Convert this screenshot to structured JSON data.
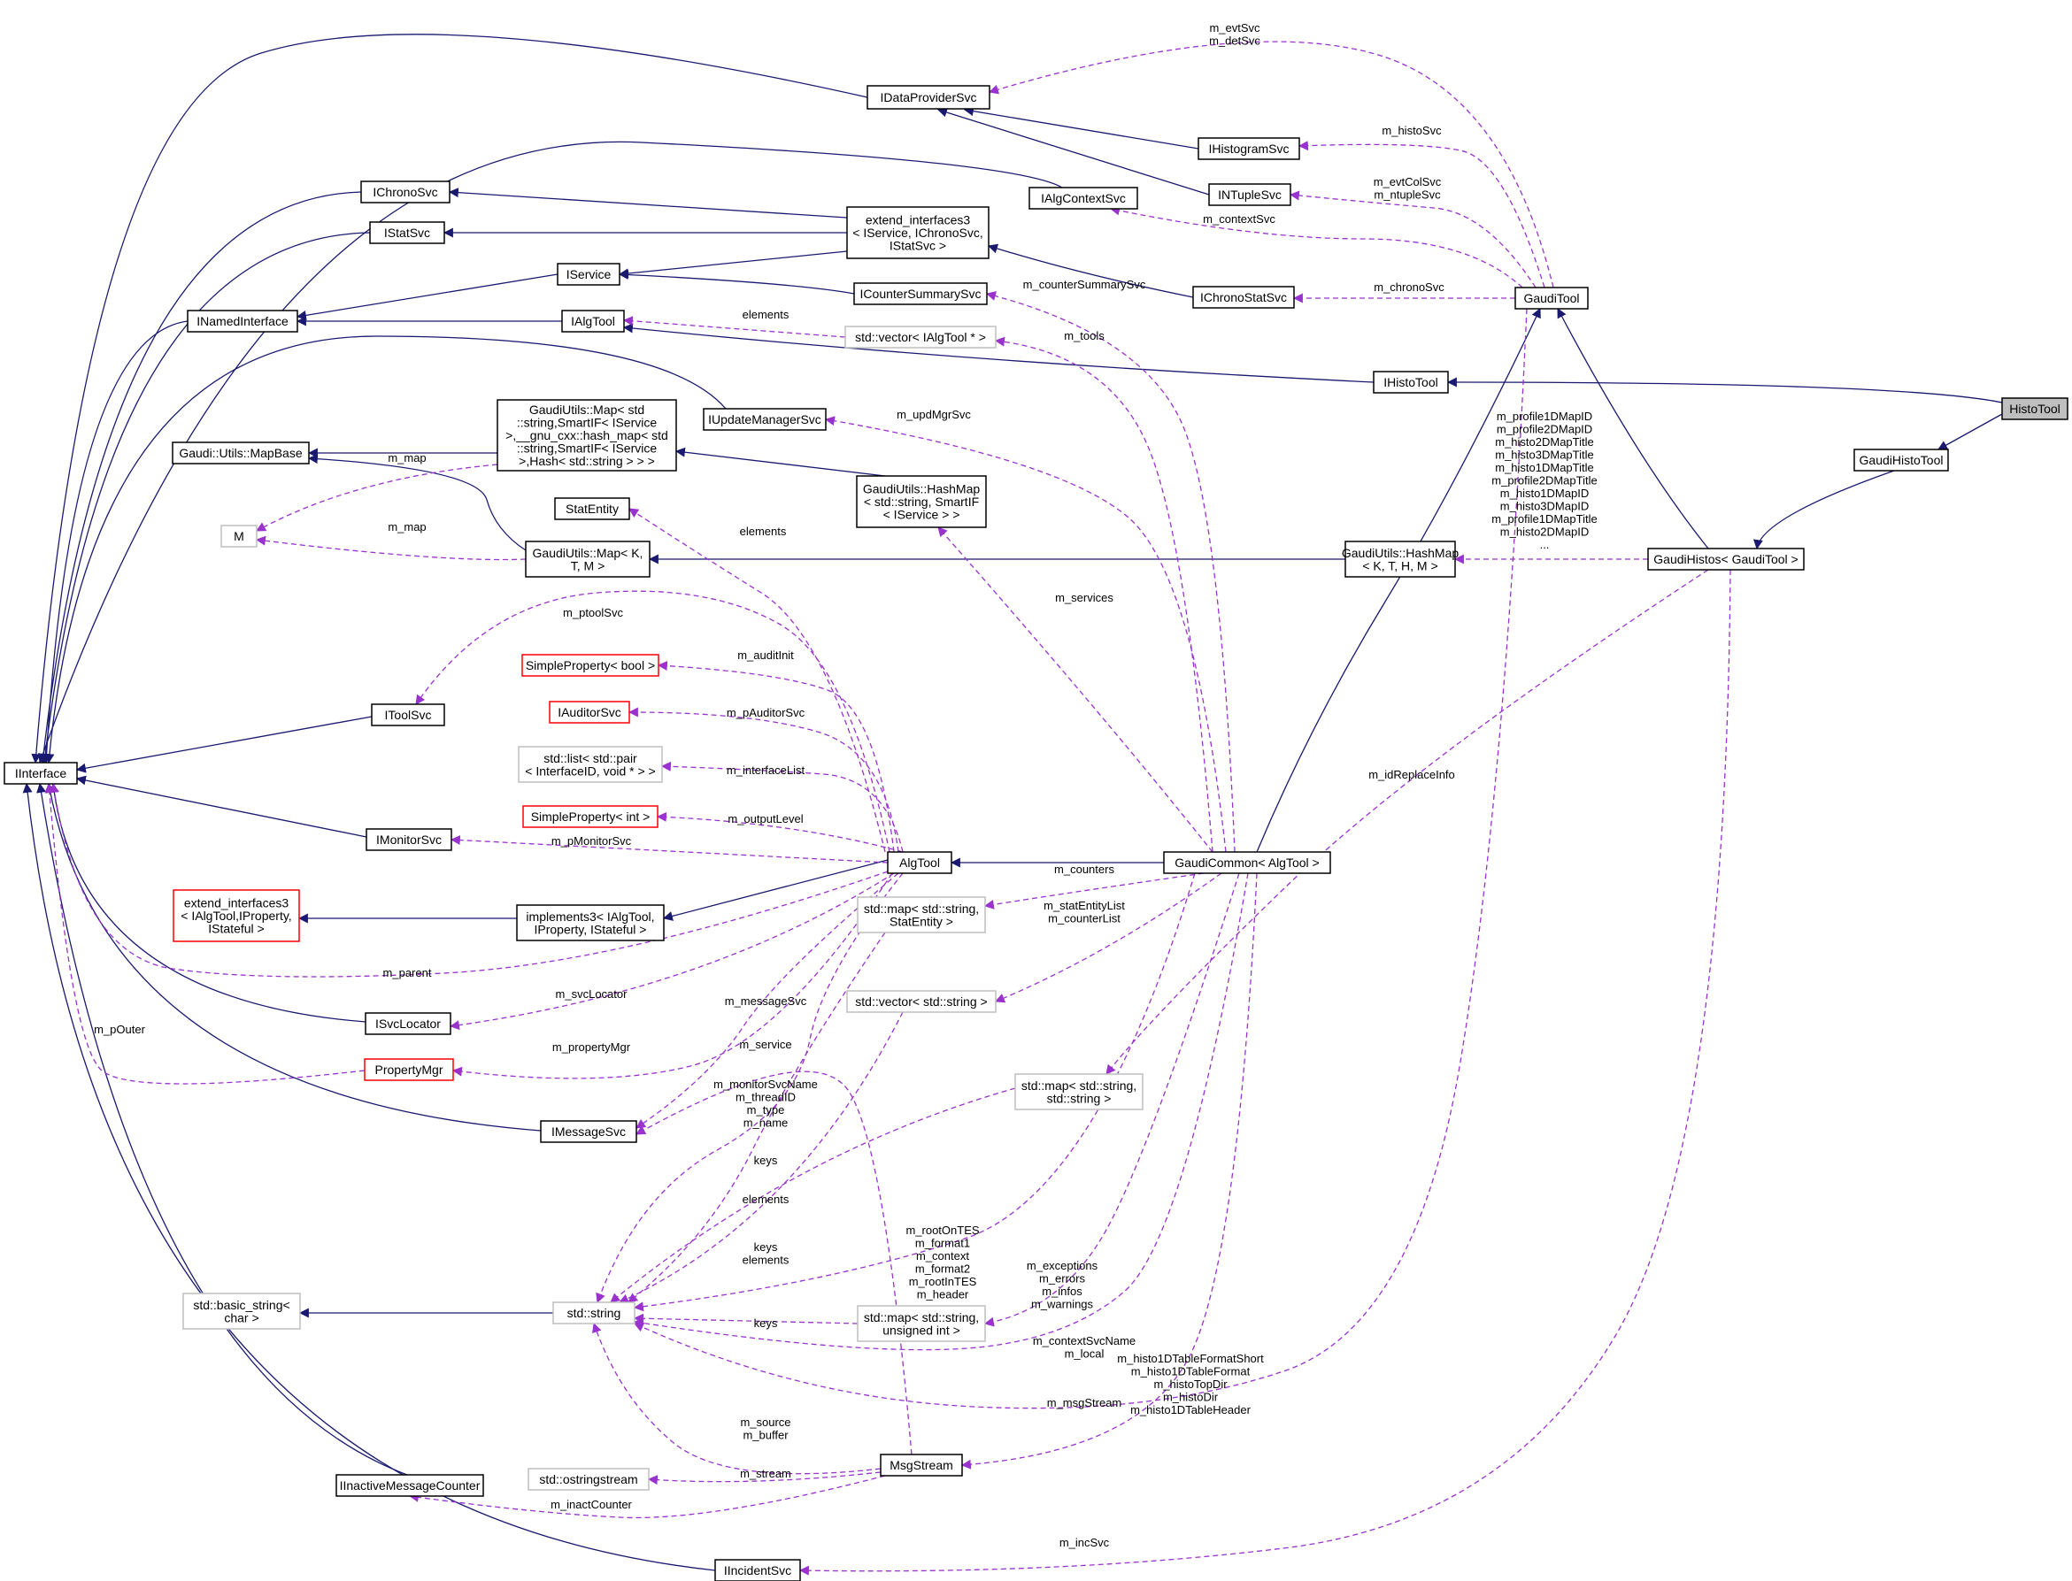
{
  "colors": {
    "inherit": "#191970",
    "usage": "#9a32cd",
    "box": "#000000",
    "red_box": "#ff0000",
    "gray_box": "#bfbfbf",
    "highlight": "#bfbfbf"
  },
  "nodes": {
    "IDataProviderSvc": {
      "lines": [
        "IDataProviderSvc"
      ],
      "style": "normal"
    },
    "IHistogramSvc": {
      "lines": [
        "IHistogramSvc"
      ],
      "style": "normal"
    },
    "INTupleSvc": {
      "lines": [
        "INTupleSvc"
      ],
      "style": "normal"
    },
    "IAlgContextSvc": {
      "lines": [
        "IAlgContextSvc"
      ],
      "style": "normal"
    },
    "IChronoSvc": {
      "lines": [
        "IChronoSvc"
      ],
      "style": "normal"
    },
    "IStatSvc": {
      "lines": [
        "IStatSvc"
      ],
      "style": "normal"
    },
    "extend_interfaces3_svc": {
      "lines": [
        "extend_interfaces3",
        "< IService, IChronoSvc,",
        "IStatSvc >"
      ],
      "style": "normal"
    },
    "IService": {
      "lines": [
        "IService"
      ],
      "style": "normal"
    },
    "ICounterSummarySvc": {
      "lines": [
        "ICounterSummarySvc"
      ],
      "style": "normal"
    },
    "IChronoStatSvc": {
      "lines": [
        "IChronoStatSvc"
      ],
      "style": "normal"
    },
    "GaudiTool": {
      "lines": [
        "GaudiTool"
      ],
      "style": "normal"
    },
    "INamedInterface": {
      "lines": [
        "INamedInterface"
      ],
      "style": "normal"
    },
    "IAlgTool": {
      "lines": [
        "IAlgTool"
      ],
      "style": "normal"
    },
    "vector_IAlgTool": {
      "lines": [
        "std::vector< IAlgTool * >"
      ],
      "style": "gray"
    },
    "IHistoTool": {
      "lines": [
        "IHistoTool"
      ],
      "style": "normal"
    },
    "HistoTool": {
      "lines": [
        "HistoTool"
      ],
      "style": "highlight"
    },
    "GaudiUtilsMap_std": {
      "lines": [
        "GaudiUtils::Map< std",
        "::string,SmartIF< IService",
        ">,__gnu_cxx::hash_map< std",
        "::string,SmartIF< IService",
        ">,Hash< std::string > > >"
      ],
      "style": "normal"
    },
    "IUpdateManagerSvc": {
      "lines": [
        "IUpdateManagerSvc"
      ],
      "style": "normal"
    },
    "GaudiHistoTool": {
      "lines": [
        "GaudiHistoTool"
      ],
      "style": "normal"
    },
    "MapBase": {
      "lines": [
        "Gaudi::Utils::MapBase"
      ],
      "style": "normal"
    },
    "HashMap_svc": {
      "lines": [
        "GaudiUtils::HashMap",
        "< std::string, SmartIF",
        "< IService > >"
      ],
      "style": "normal"
    },
    "StatEntity": {
      "lines": [
        "StatEntity"
      ],
      "style": "normal"
    },
    "M": {
      "lines": [
        "M"
      ],
      "style": "gray"
    },
    "MapKTM": {
      "lines": [
        "GaudiUtils::Map< K,",
        "T, M >"
      ],
      "style": "normal"
    },
    "HashMapKTHM": {
      "lines": [
        "GaudiUtils::HashMap",
        "< K, T, H, M >"
      ],
      "style": "normal"
    },
    "GaudiHistos": {
      "lines": [
        "GaudiHistos< GaudiTool >"
      ],
      "style": "normal"
    },
    "SimplePropertyBool": {
      "lines": [
        "SimpleProperty< bool >"
      ],
      "style": "red"
    },
    "IToolSvc": {
      "lines": [
        "IToolSvc"
      ],
      "style": "normal"
    },
    "IAuditorSvc": {
      "lines": [
        "IAuditorSvc"
      ],
      "style": "red"
    },
    "IInterface": {
      "lines": [
        "IInterface"
      ],
      "style": "normal"
    },
    "listPair": {
      "lines": [
        "std::list< std::pair",
        "< InterfaceID, void * > >"
      ],
      "style": "gray"
    },
    "SimplePropertyInt": {
      "lines": [
        "SimpleProperty< int >"
      ],
      "style": "red"
    },
    "IMonitorSvc": {
      "lines": [
        "IMonitorSvc"
      ],
      "style": "normal"
    },
    "AlgTool": {
      "lines": [
        "AlgTool"
      ],
      "style": "normal"
    },
    "GaudiCommon": {
      "lines": [
        "GaudiCommon< AlgTool >"
      ],
      "style": "normal"
    },
    "extend_interfaces3_alg": {
      "lines": [
        "extend_interfaces3",
        "< IAlgTool,IProperty,",
        "IStateful >"
      ],
      "style": "red"
    },
    "implements3": {
      "lines": [
        "implements3< IAlgTool,",
        "IProperty, IStateful >"
      ],
      "style": "normal"
    },
    "mapStatEntity": {
      "lines": [
        "std::map< std::string,",
        "StatEntity >"
      ],
      "style": "gray"
    },
    "ISvcLocator": {
      "lines": [
        "ISvcLocator"
      ],
      "style": "normal"
    },
    "vectorString": {
      "lines": [
        "std::vector< std::string >"
      ],
      "style": "gray"
    },
    "PropertyMgr": {
      "lines": [
        "PropertyMgr"
      ],
      "style": "red"
    },
    "mapStringString": {
      "lines": [
        "std::map< std::string,",
        "std::string >"
      ],
      "style": "gray"
    },
    "IMessageSvc": {
      "lines": [
        "IMessageSvc"
      ],
      "style": "normal"
    },
    "basicString": {
      "lines": [
        "std::basic_string<",
        "char >"
      ],
      "style": "gray"
    },
    "stdString": {
      "lines": [
        "std::string"
      ],
      "style": "gray"
    },
    "mapStringUint": {
      "lines": [
        "std::map< std::string,",
        "unsigned int >"
      ],
      "style": "gray"
    },
    "MsgStream": {
      "lines": [
        "MsgStream"
      ],
      "style": "normal"
    },
    "ostringstream": {
      "lines": [
        "std::ostringstream"
      ],
      "style": "gray"
    },
    "IInactiveMessageCounter": {
      "lines": [
        "IInactiveMessageCounter"
      ],
      "style": "normal"
    },
    "IIncidentSvc": {
      "lines": [
        "IIncidentSvc"
      ],
      "style": "normal"
    }
  },
  "edge_labels": {
    "evtSvc_detSvc": [
      "m_evtSvc",
      "m_detSvc"
    ],
    "histoSvc": [
      "m_histoSvc"
    ],
    "evtColSvc": [
      "m_evtColSvc",
      "m_ntupleSvc"
    ],
    "contextSvc": [
      "m_contextSvc"
    ],
    "counterSummarySvc": [
      "m_counterSummarySvc"
    ],
    "chronoSvc": [
      "m_chronoSvc"
    ],
    "elements_tools": [
      "elements"
    ],
    "tools": [
      "m_tools"
    ],
    "updMgrSvc": [
      "m_updMgrSvc"
    ],
    "map1": [
      "m_map"
    ],
    "map2": [
      "m_map"
    ],
    "elements_stat": [
      "elements"
    ],
    "services": [
      "m_services"
    ],
    "histo_ids": [
      "m_profile1DMapID",
      "m_profile2DMapID",
      "m_histo2DMapTitle",
      "m_histo3DMapTitle",
      "m_histo1DMapTitle",
      "m_profile2DMapTitle",
      "m_histo1DMapID",
      "m_histo3DMapID",
      "m_profile1DMapTitle",
      "m_histo2DMapID",
      "..."
    ],
    "ptoolSvc": [
      "m_ptoolSvc"
    ],
    "auditInit": [
      "m_auditInit"
    ],
    "pAuditorSvc": [
      "m_pAuditorSvc"
    ],
    "interfaceList": [
      "m_interfaceList"
    ],
    "outputLevel": [
      "m_outputLevel"
    ],
    "idReplaceInfo": [
      "m_idReplaceInfo"
    ],
    "pMonitorSvc": [
      "m_pMonitorSvc"
    ],
    "counters": [
      "m_counters"
    ],
    "statEntityList": [
      "m_statEntityList",
      "m_counterList"
    ],
    "parent": [
      "m_parent"
    ],
    "svcLocator": [
      "m_svcLocator"
    ],
    "messageSvc": [
      "m_messageSvc"
    ],
    "pOuter": [
      "m_pOuter"
    ],
    "propertyMgr": [
      "m_propertyMgr"
    ],
    "service": [
      "m_service"
    ],
    "monitorSvcName": [
      "m_monitorSvcName",
      "m_threadID",
      "m_type",
      "m_name"
    ],
    "keys1": [
      "keys"
    ],
    "elements_vec": [
      "elements"
    ],
    "rootOnTES": [
      "m_rootOnTES",
      "m_format1",
      "m_context",
      "m_format2",
      "m_rootInTES",
      "m_header"
    ],
    "keys_elements": [
      "keys",
      "elements"
    ],
    "exceptions": [
      "m_exceptions",
      "m_errors",
      "m_infos",
      "m_warnings"
    ],
    "keys2": [
      "keys"
    ],
    "contextSvcName": [
      "m_contextSvcName",
      "m_local"
    ],
    "histo1DTable": [
      "m_histo1DTableFormatShort",
      "m_histo1DTableFormat",
      "m_histoTopDir",
      "m_histoDir",
      "m_histo1DTableHeader"
    ],
    "msgStream": [
      "m_msgStream"
    ],
    "source_buffer": [
      "m_source",
      "m_buffer"
    ],
    "stream": [
      "m_stream"
    ],
    "inactCounter": [
      "m_inactCounter"
    ],
    "incSvc": [
      "m_incSvc"
    ]
  }
}
